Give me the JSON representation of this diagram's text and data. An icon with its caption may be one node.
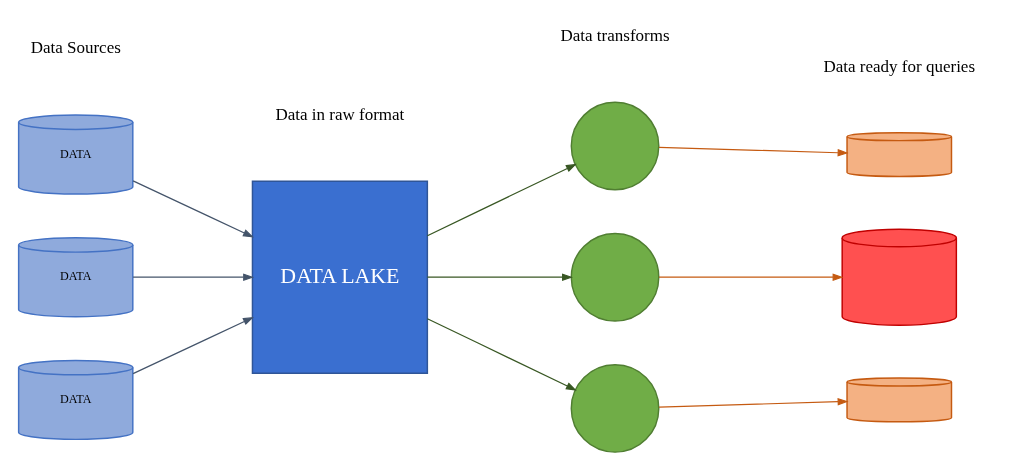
{
  "diagram": {
    "nodes": [
      {
        "text": [
          "DATA"
        ]
      },
      {
        "text": [
          "DATA"
        ]
      },
      {
        "text": [
          "DATA"
        ]
      },
      {
        "text": [
          "DATA LAKE"
        ]
      },
      {
        "text": [],
        "shape": "circle"
      },
      {
        "text": [],
        "shape": "circle"
      },
      {
        "text": [],
        "shape": "circle"
      },
      {
        "text": [],
        "shape": "cylinder"
      },
      {
        "text": [],
        "shape": "cylinder"
      },
      {
        "text": [],
        "shape": "cylinder"
      }
    ],
    "edges": [
      {
        "from": 0,
        "to": 3,
        "arrow": "to",
        "color": "#44546a"
      },
      {
        "from": 1,
        "to": 3,
        "arrow": "to",
        "color": "#44546a"
      },
      {
        "from": 2,
        "to": 3,
        "arrow": "to",
        "color": "#44546a"
      },
      {
        "from": 3,
        "to": 4,
        "arrow": "to",
        "color": "#385723"
      },
      {
        "from": 3,
        "to": 5,
        "arrow": "to",
        "color": "#385723"
      },
      {
        "from": 3,
        "to": 6,
        "arrow": "to",
        "color": "#385723"
      },
      {
        "from": 4,
        "to": 7,
        "arrow": "to",
        "color": "#c55a11"
      },
      {
        "from": 5,
        "to": 8,
        "arrow": "to",
        "color": "#c55a11"
      },
      {
        "from": 6,
        "to": 9,
        "arrow": "to",
        "color": "#c55a11"
      }
    ],
    "labels": [
      "Data Sources",
      "Data in raw format",
      "Data transforms",
      "Data ready for queries"
    ]
  }
}
